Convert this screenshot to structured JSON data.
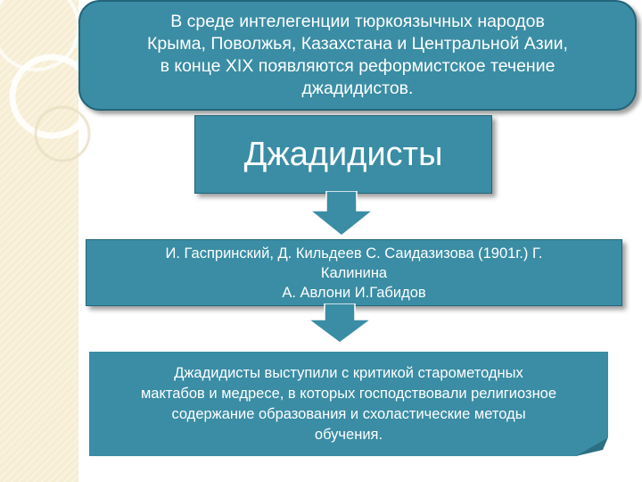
{
  "top_box": {
    "lines": [
      "В среде интелегенции тюркоязычных народов",
      "Крыма, Поволжья, Казахстана и Центральной Азии,",
      "в конце XIX появляются реформистское течение",
      "джадидистов."
    ]
  },
  "title_box": {
    "label": "Джадидисты"
  },
  "names_box": {
    "lines": [
      "И. Гаспринский, Д. Кильдеев  С. Саидазизова (1901г.) Г.",
      "Калинина",
      "А. Авлони И.Габидов"
    ]
  },
  "bottom_box": {
    "lines": [
      "Джадидисты выступили с критикой старометодных",
      "мактабов и медресе, в которых господствовали религиозное",
      "содержание образования и схоластические методы",
      "обучения."
    ]
  },
  "colors": {
    "box_fill": "#3a8da4",
    "box_border": "#23657a",
    "text": "#ffffff",
    "stripe": "#f6edd3"
  }
}
